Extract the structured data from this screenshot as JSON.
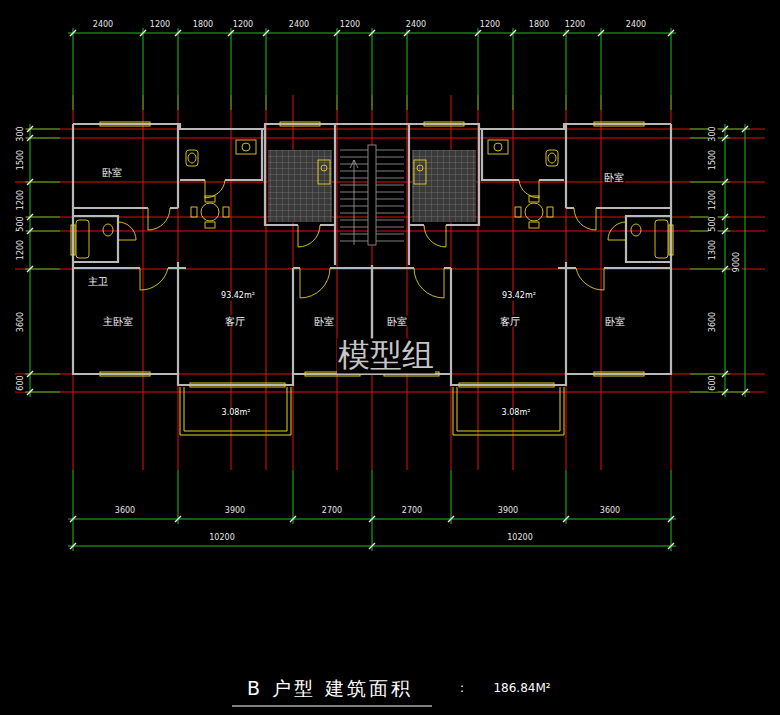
{
  "diagram": {
    "caption": "B 户型 建筑面积",
    "labels": [
      "2400",
      "1200",
      "1800",
      "1200",
      "2400",
      "1200",
      "2400",
      "1200",
      "1800",
      "1200",
      "2400",
      "300",
      "1500",
      "1200",
      "500",
      "1200",
      "3600",
      "600",
      "300",
      "1500",
      "1200",
      "500",
      "1300",
      "3600",
      "600",
      "9000",
      "3600",
      "3900",
      "2700",
      "2700",
      "3900",
      "3600",
      "10200",
      "10200",
      "卧室",
      "主卫",
      "主卧室",
      "93.42m²",
      "客厅",
      "卧室",
      "卧室",
      "93.42m²",
      "客厅",
      "卧室",
      "卧室",
      "3.08m²",
      "3.08m²",
      "模型组",
      ":",
      "186.84M²"
    ]
  }
}
